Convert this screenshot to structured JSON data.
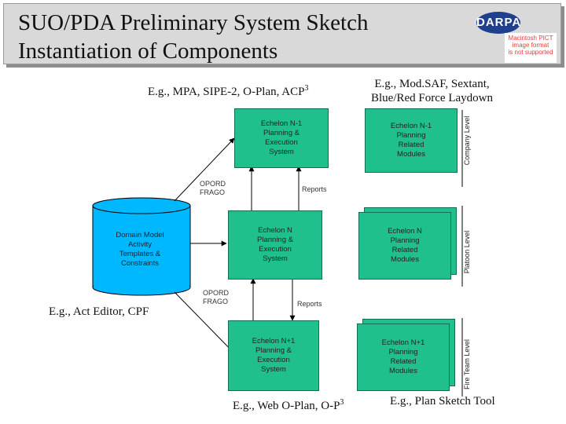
{
  "title": {
    "line1": "SUO/PDA Preliminary System Sketch",
    "line2": "Instantiation of Components"
  },
  "logo": {
    "text": "DARPA",
    "placeholder_text": "Macintosh PICT\nimage format\nis not supported"
  },
  "examples": {
    "top_left": "E.g., MPA, SIPE-2, O-Plan, ACP",
    "top_left_sup": "3",
    "top_right_line1": "E.g., Mod.SAF, Sextant,",
    "top_right_line2": "Blue/Red Force Laydown",
    "left": "E.g., Act Editor, CPF",
    "bottom_left": "E.g., Web O-Plan, O-P",
    "bottom_left_sup": "3",
    "bottom_right": "E.g., Plan Sketch Tool"
  },
  "boxes": {
    "planning_n_minus_1": "Echelon N-1\nPlanning &\nExecution\nSystem",
    "modules_n_minus_1": "Echelon N-1\nPlanning\nRelated\nModules",
    "planning_n": "Echelon N\nPlanning &\nExecution\nSystem",
    "modules_n": "Echelon N\nPlanning\nRelated\nModules",
    "planning_n_plus_1": "Echelon N+1\nPlanning &\nExecution\nSystem",
    "modules_n_plus_1": "Echelon N+1\nPlanning\nRelated\nModules"
  },
  "database": {
    "label": "Domain Model\nActivity\nTemplates &\nConstraints"
  },
  "flows": {
    "opord_upper": "OPORD\nFRAGO",
    "reports_upper": "Reports",
    "opord_lower": "OPORD\nFRAGO",
    "reports_lower": "Reports"
  },
  "levels": {
    "company": "Company Level",
    "platoon": "Platoon Level",
    "fire_team": "Fire Team Level"
  },
  "colors": {
    "box_fill": "#1fc08e",
    "cylinder_fill": "#00b8ff",
    "title_bar": "#d9d9d9"
  }
}
